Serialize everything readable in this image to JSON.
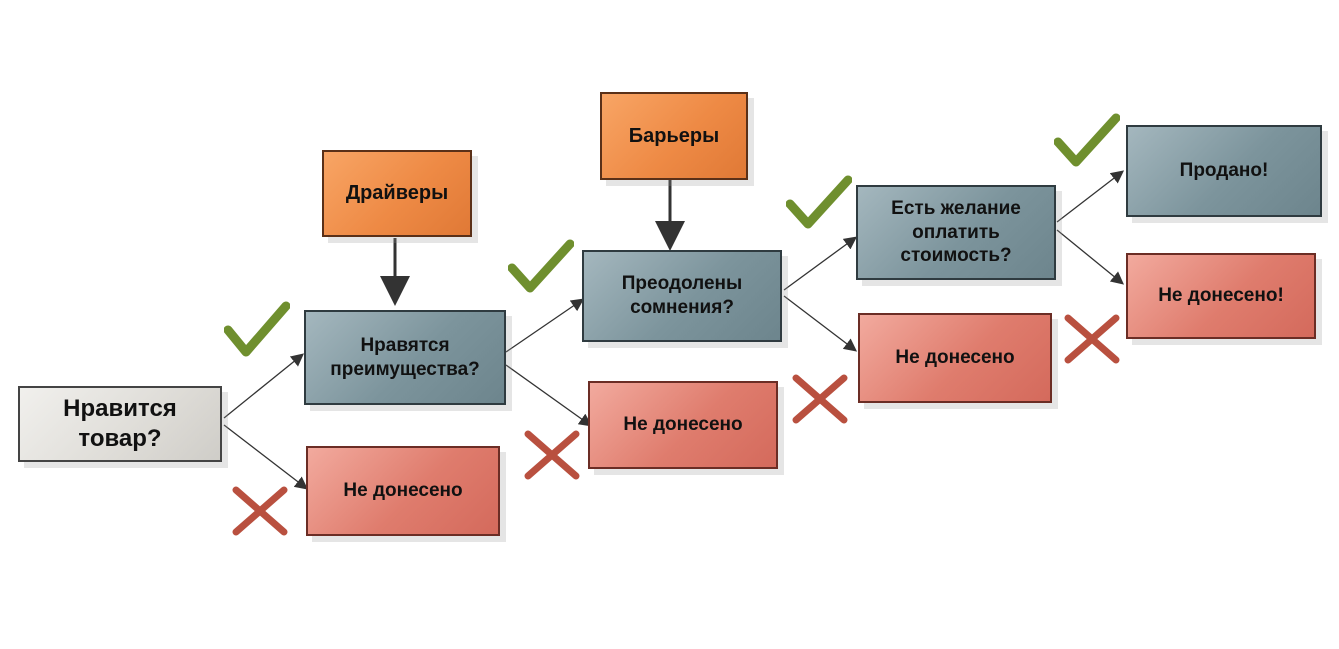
{
  "nodes": {
    "start": "Нравится товар?",
    "drivers": "Драйверы",
    "barriers": "Барьеры",
    "q_benefits": "Нравятся преимущества?",
    "q_doubts": "Преодолены сомнения?",
    "q_pay": "Есть желание оплатить стоимость?",
    "sold": "Продано!",
    "fail_1": "Не донесено",
    "fail_2": "Не донесено",
    "fail_3": "Не донесено",
    "fail_4": "Не донесено!"
  },
  "colors": {
    "question": "#7f979f",
    "fail": "#e07e70",
    "factor": "#ef8b46",
    "start": "#e2e0dc",
    "check": "#6f8f2e",
    "cross": "#b9503f"
  },
  "icons": [
    "check-icon",
    "cross-icon",
    "arrow-icon"
  ]
}
